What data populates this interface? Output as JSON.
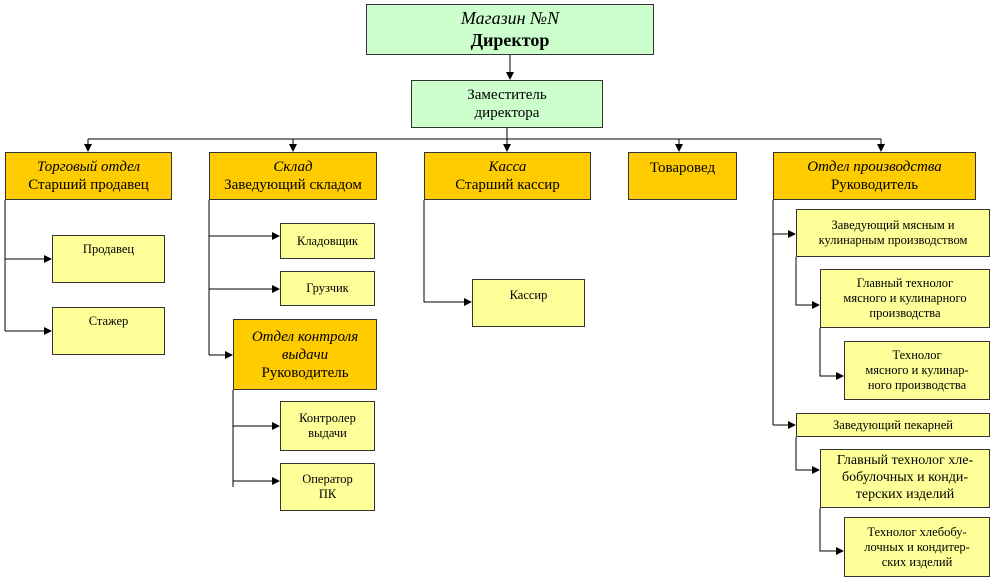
{
  "nodes": {
    "director": {
      "line1": "Магазин №N",
      "line2": "Директор"
    },
    "deputy": {
      "line1": "Заместитель",
      "line2": "директора"
    },
    "trade": {
      "line1": "Торговый отдел",
      "line2": "Старший продавец"
    },
    "seller": {
      "line1": "Продавец"
    },
    "trainee": {
      "line1": "Стажер"
    },
    "warehouse": {
      "line1": "Склад",
      "line2": "Заведующий складом"
    },
    "storekeeper": {
      "line1": "Кладовщик"
    },
    "loader": {
      "line1": "Грузчик"
    },
    "control": {
      "line1": "Отдел контроля",
      "line2": "выдачи",
      "line3": "Руководитель"
    },
    "controller": {
      "line1": "Контролер",
      "line2": "выдачи"
    },
    "operator": {
      "line1": "Оператор",
      "line2": "ПК"
    },
    "cash": {
      "line1": "Касса",
      "line2": "Старший кассир"
    },
    "cashier": {
      "line1": "Кассир"
    },
    "merch": {
      "line1": "Товаровед"
    },
    "production": {
      "line1": "Отдел производства",
      "line2": "Руководитель"
    },
    "meat_head": {
      "line1": "Заведующий мясным и",
      "line2": "кулинарным производством"
    },
    "meat_chief": {
      "line1": "Главный технолог",
      "line2": "мясного и кулинарного",
      "line3": "производства"
    },
    "meat_tech": {
      "line1": "Технолог",
      "line2": "мясного и кулинар-",
      "line3": "ного производства"
    },
    "bakery_head": {
      "line1": "Заведующий пекарней"
    },
    "bakery_chief": {
      "line1": "Главный технолог хле-",
      "line2": "бобулочных и конди-",
      "line3": "терских изделий"
    },
    "bakery_tech": {
      "line1": "Технолог хлебобу-",
      "line2": "лочных и кондитер-",
      "line3": "ских изделий"
    }
  },
  "colors": {
    "top": "#ccffcc",
    "department": "#ffcc00",
    "staff": "#ffff99"
  }
}
